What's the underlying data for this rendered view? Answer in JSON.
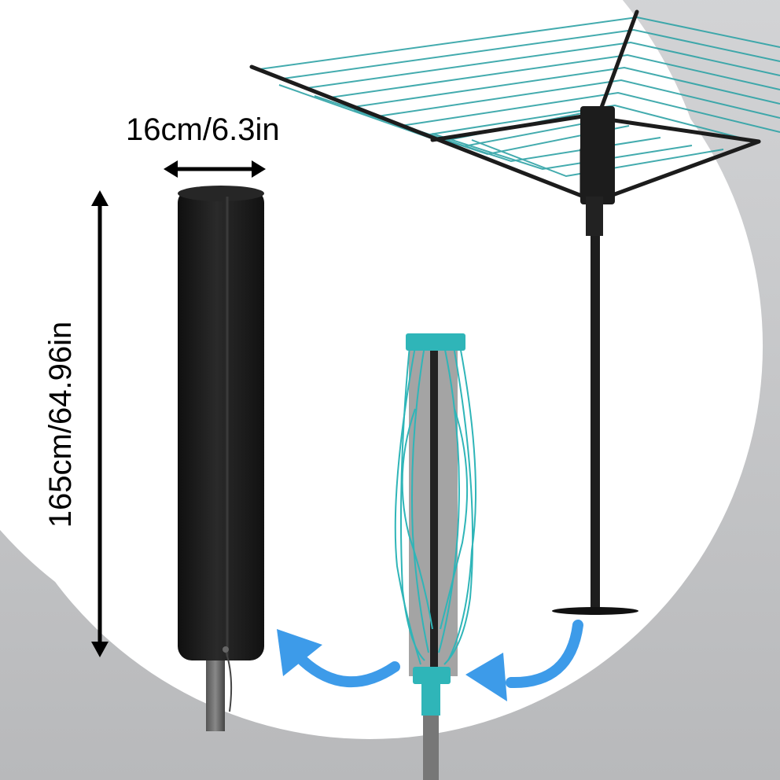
{
  "dimensions": {
    "width": "16cm/6.3in",
    "height": "165cm/64.96in"
  },
  "colors": {
    "background_light": "#ffffff",
    "background_gray": "#c9cacc",
    "cover": "#1a1a1a",
    "clothesline": "#2fa3a6",
    "arrow": "#3d9be9",
    "frame": "#1c1c1c"
  },
  "icons": {
    "width_arrow": "double-horizontal-arrow",
    "height_arrow": "double-vertical-arrow",
    "curved_arrow": "curved-arrow"
  }
}
